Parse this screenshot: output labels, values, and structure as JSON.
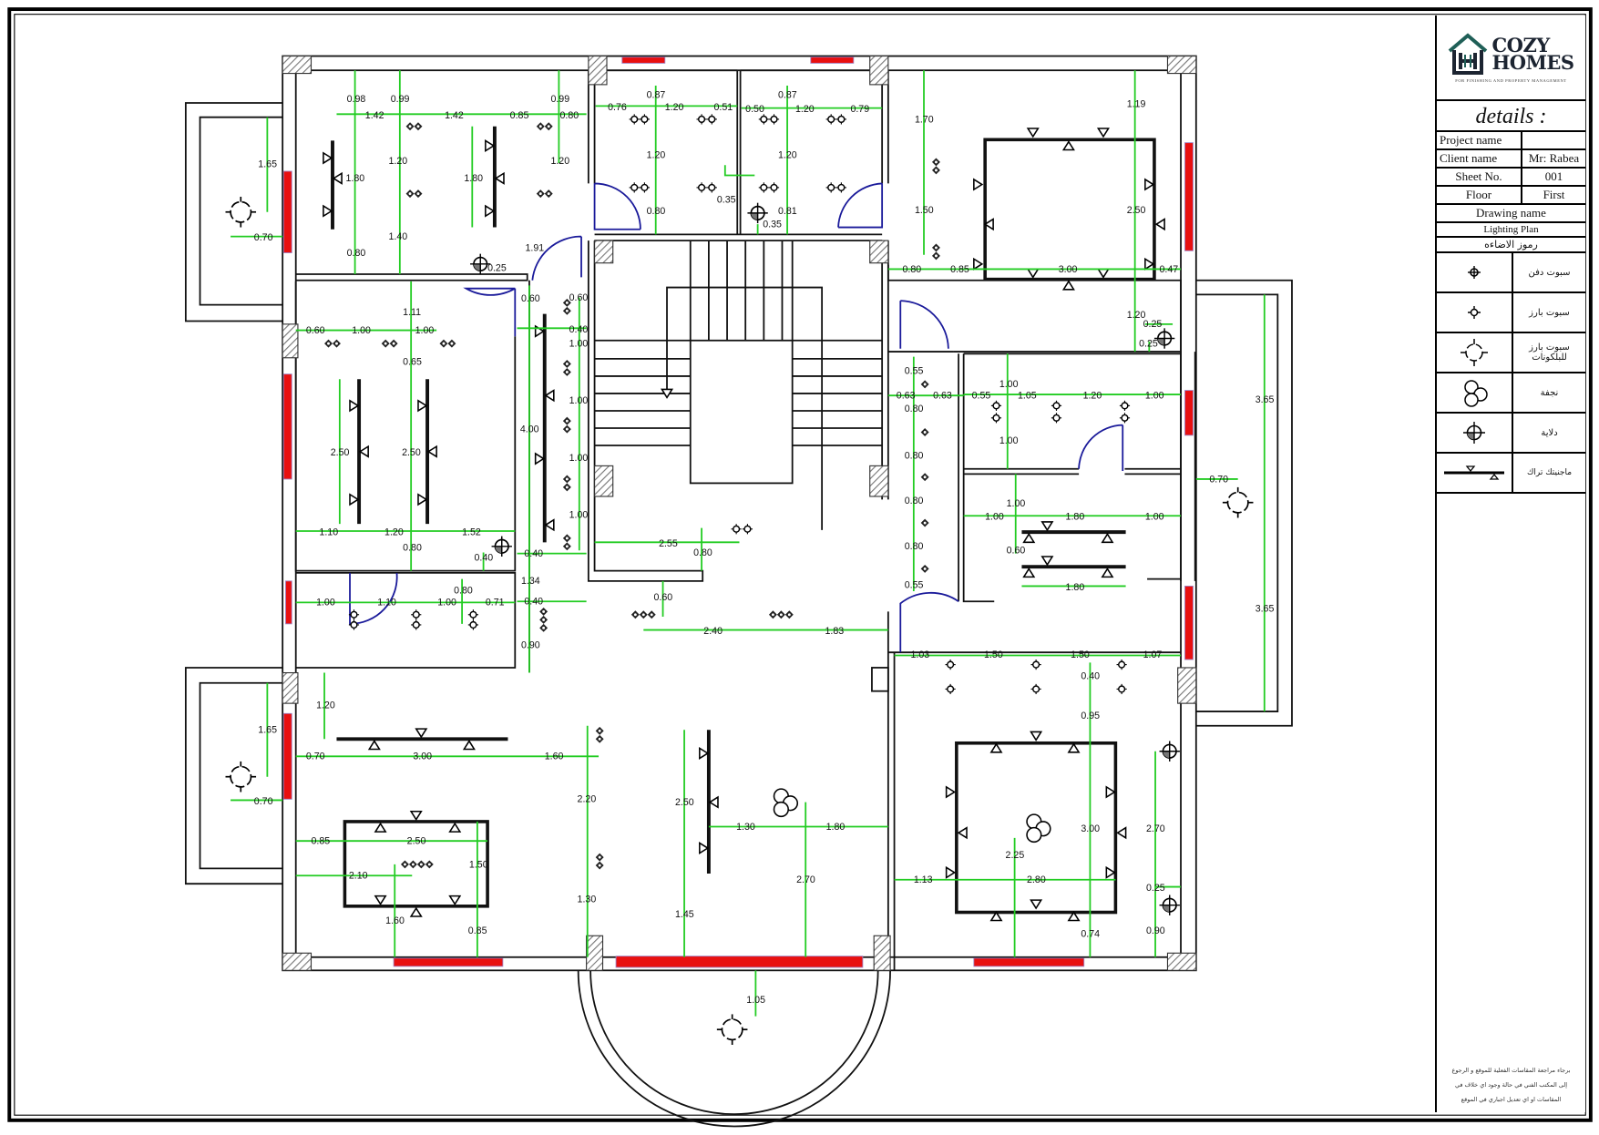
{
  "title_block": {
    "logo": {
      "line1": "COZY",
      "line2": "HOMES",
      "tagline": "FOR FINISHING AND PROPERTY MANAGEMENT",
      "brand_color": "#1f5f57",
      "text_color": "#1c2431"
    },
    "details_heading": "details :",
    "fields": [
      {
        "label": "Project name",
        "value": ""
      },
      {
        "label": "Client name",
        "value": "Mr: Rabea"
      },
      {
        "label": "Sheet No.",
        "value": "001"
      },
      {
        "label": "Floor",
        "value": "First"
      }
    ],
    "drawing_name_label": "Drawing name",
    "drawing_name_value": "Lighting Plan",
    "legend_heading": "رموز الاضاءه",
    "legend": [
      {
        "symbol": "recessed-spot-icon",
        "label": "سبوت دفن"
      },
      {
        "symbol": "surface-spot-icon",
        "label": "سبوت بارز"
      },
      {
        "symbol": "balcony-surface-spot-icon",
        "label": "سبوت بارز للبلكونات"
      },
      {
        "symbol": "chandelier-icon",
        "label": "نجفة"
      },
      {
        "symbol": "pendant-icon",
        "label": "دلاية"
      },
      {
        "symbol": "magnetic-track-icon",
        "label": "ماجنيتك تراك"
      }
    ],
    "note_lines": [
      "برجاء مراجعة المقاسات الفعلية للموقع و الرجوع",
      "إلى المكتب الفني في حالة وجود اي خلاف في",
      "المقاسات او اي تعديل اجباري في الموقع"
    ]
  },
  "colors": {
    "dimension": "#22cc22",
    "window": "#e81010",
    "door": "#1a1a9a",
    "wall": "#111111",
    "column_hatch": "#888888"
  },
  "dimensions": {
    "room_tl": [
      "0.98",
      "0.99",
      "0.99",
      "1.42",
      "1.42",
      "0.85",
      "0.80",
      "1.20",
      "1.20",
      "1.80",
      "1.80",
      "1.40",
      "0.80",
      "1.91",
      "0.25"
    ],
    "bath_1": [
      "0.87",
      "0.76",
      "1.20",
      "0.51",
      "1.20",
      "0.80"
    ],
    "bath_2": [
      "0.87",
      "0.50",
      "1.20",
      "0.79",
      "1.20",
      "0.35",
      "0.81",
      "0.35"
    ],
    "room_tr": [
      "1.70",
      "1.50",
      "1.19",
      "2.50",
      "0.80",
      "0.85",
      "3.00",
      "0.47",
      "1.20",
      "0.25",
      "0.25"
    ],
    "room_ml": [
      "1.11",
      "0.60",
      "1.00",
      "1.00",
      "0.65",
      "2.50",
      "2.50",
      "1.10",
      "1.20",
      "1.52",
      "0.80",
      "0.40"
    ],
    "corridor": [
      "0.60",
      "0.60",
      "0.40",
      "1.00",
      "4.00",
      "1.00",
      "1.00",
      "1.00",
      "0.40",
      "1.34",
      "0.40",
      "0.90"
    ],
    "room_small_l": [
      "1.00",
      "1.10",
      "1.00",
      "0.80",
      "0.71"
    ],
    "stair_hall": [
      "2.55",
      "0.80",
      "0.60",
      "2.40",
      "1.83"
    ],
    "corridor_r": [
      "0.55",
      "0.63",
      "0.63",
      "0.80",
      "0.80",
      "0.80",
      "0.80",
      "0.55"
    ],
    "room_mr1": [
      "0.55",
      "1.00",
      "1.05",
      "1.20",
      "1.00",
      "1.00"
    ],
    "room_mr2": [
      "1.00",
      "1.00",
      "1.80",
      "1.00",
      "0.60",
      "1.80"
    ],
    "balcony_r": [
      "3.65",
      "3.65",
      "0.70"
    ],
    "balcony_l": [
      "1.65",
      "0.70",
      "1.65",
      "0.70"
    ],
    "living": [
      "1.20",
      "0.70",
      "3.00",
      "1.60",
      "2.20",
      "1.30",
      "0.85",
      "2.50",
      "2.10",
      "1.50",
      "1.60",
      "0.85"
    ],
    "reception": [
      "2.50",
      "1.45",
      "1.30",
      "1.80",
      "2.70",
      "1.05"
    ],
    "room_br": [
      "1.03",
      "1.50",
      "1.50",
      "1.07",
      "0.40",
      "0.95",
      "3.00",
      "0.74",
      "1.13",
      "2.80",
      "2.25",
      "2.70",
      "0.25",
      "0.90"
    ]
  }
}
